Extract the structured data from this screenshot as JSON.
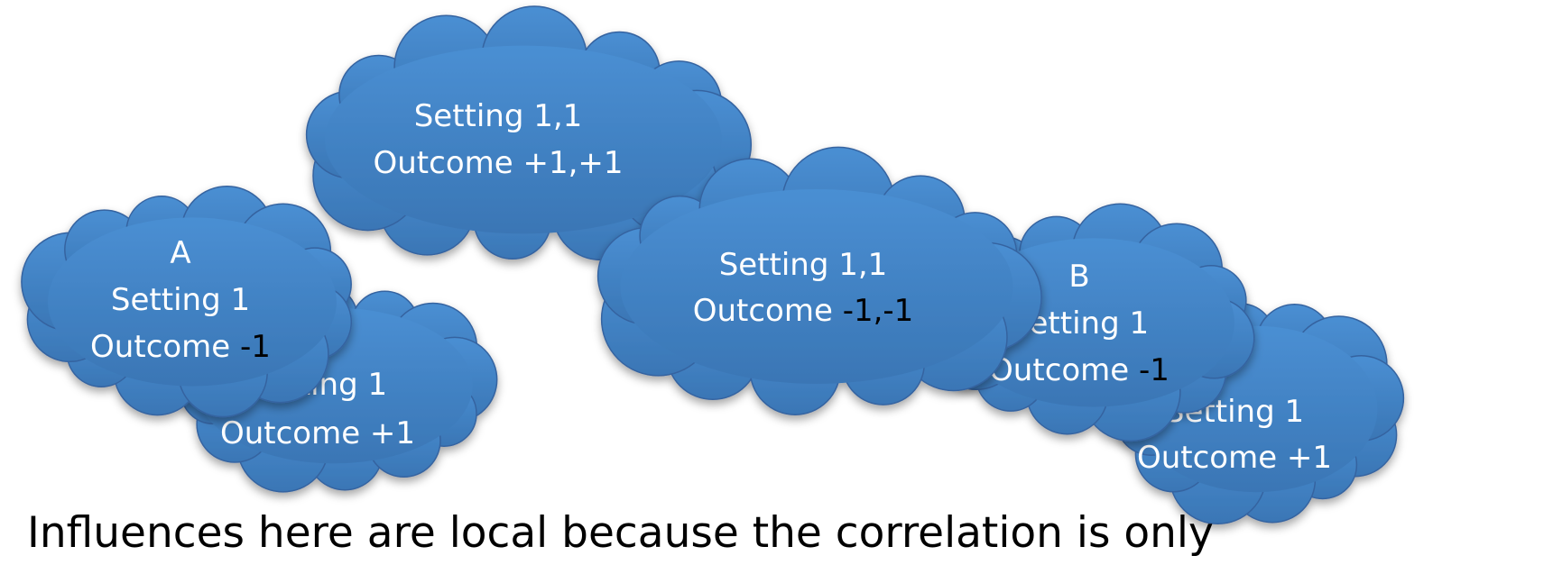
{
  "colors": {
    "cloud_fill_top": "#4a8fd3",
    "cloud_fill_bottom": "#3a76b5",
    "cloud_outline": "#3563a0",
    "text_light": "#ffffff",
    "text_dark": "#000000"
  },
  "clouds": {
    "top_center": {
      "line1": "Setting 1,1",
      "line2": "Outcome +1,+1"
    },
    "left_back": {
      "line1": "Setting 1",
      "line2": "Outcome +1"
    },
    "left_front": {
      "line1": "A",
      "line2": "Setting 1",
      "line3_prefix": "Outcome ",
      "line3_value": "-1"
    },
    "center_right": {
      "line1": "Setting 1,1",
      "line2_prefix": "Outcome ",
      "line2_value": "-1,-1"
    },
    "right_b": {
      "line1": "B",
      "line2": "Setting 1",
      "line3_prefix": "Outcome ",
      "line3_value": "-1"
    },
    "far_right": {
      "line1": "Setting 1",
      "line2": "Outcome +1"
    }
  },
  "caption": "Influences here are local because the correlation is only"
}
